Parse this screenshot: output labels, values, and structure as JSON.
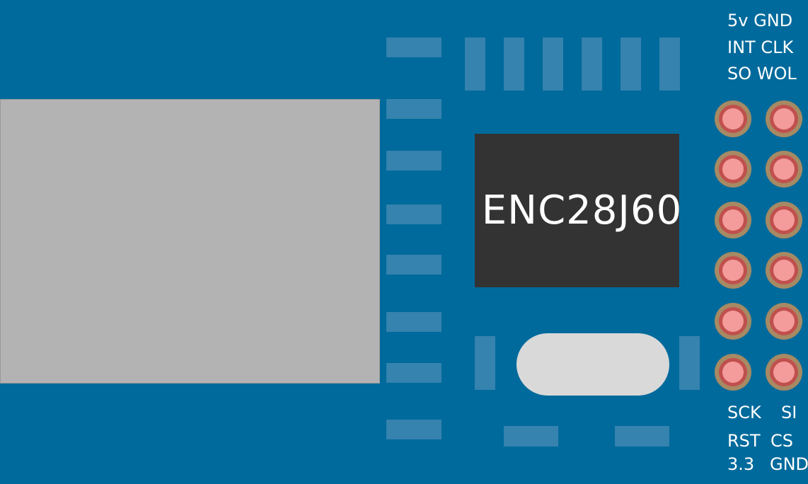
{
  "chip": {
    "label": "ENC28J60"
  },
  "header_labels": {
    "top": [
      "5v GND",
      "INT CLK",
      "SO WOL"
    ],
    "bottom": [
      [
        "SCK",
        "SI"
      ],
      [
        "RST",
        "CS"
      ],
      [
        "3.3",
        "GND"
      ]
    ]
  },
  "colors": {
    "pcb": "#006a9c",
    "pad": "#3583ae",
    "chip": "#333333",
    "connector": "#b3b3b3",
    "crystal": "#d9d9d9",
    "pin_pad": "#f49b9b"
  }
}
